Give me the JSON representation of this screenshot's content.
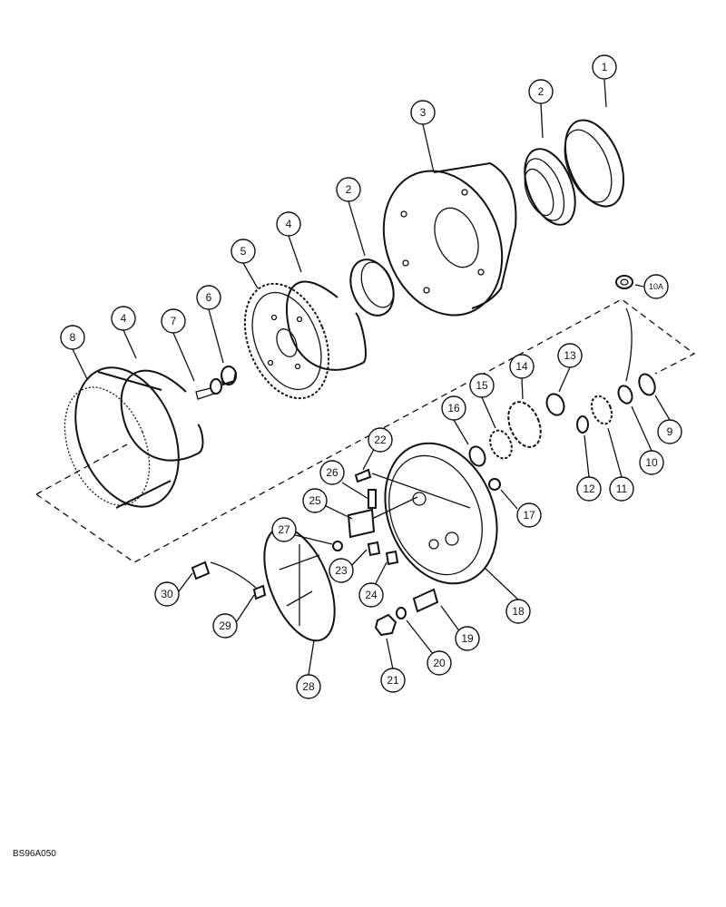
{
  "reference_code": "BS96A050",
  "callouts": [
    {
      "id": "c1",
      "label": "1"
    },
    {
      "id": "c2a",
      "label": "2"
    },
    {
      "id": "c2b",
      "label": "2"
    },
    {
      "id": "c3",
      "label": "3"
    },
    {
      "id": "c4a",
      "label": "4"
    },
    {
      "id": "c4b",
      "label": "4"
    },
    {
      "id": "c5",
      "label": "5"
    },
    {
      "id": "c6",
      "label": "6"
    },
    {
      "id": "c7",
      "label": "7"
    },
    {
      "id": "c8",
      "label": "8"
    },
    {
      "id": "c9",
      "label": "9"
    },
    {
      "id": "c10",
      "label": "10"
    },
    {
      "id": "c10a",
      "label": "10A"
    },
    {
      "id": "c11",
      "label": "11"
    },
    {
      "id": "c12",
      "label": "12"
    },
    {
      "id": "c13",
      "label": "13"
    },
    {
      "id": "c14",
      "label": "14"
    },
    {
      "id": "c15",
      "label": "15"
    },
    {
      "id": "c16",
      "label": "16"
    },
    {
      "id": "c17",
      "label": "17"
    },
    {
      "id": "c18",
      "label": "18"
    },
    {
      "id": "c19",
      "label": "19"
    },
    {
      "id": "c20",
      "label": "20"
    },
    {
      "id": "c21",
      "label": "21"
    },
    {
      "id": "c22",
      "label": "22"
    },
    {
      "id": "c23",
      "label": "23"
    },
    {
      "id": "c24",
      "label": "24"
    },
    {
      "id": "c25",
      "label": "25"
    },
    {
      "id": "c26",
      "label": "26"
    },
    {
      "id": "c27",
      "label": "27"
    },
    {
      "id": "c28",
      "label": "28"
    },
    {
      "id": "c29",
      "label": "29"
    },
    {
      "id": "c30",
      "label": "30"
    }
  ]
}
